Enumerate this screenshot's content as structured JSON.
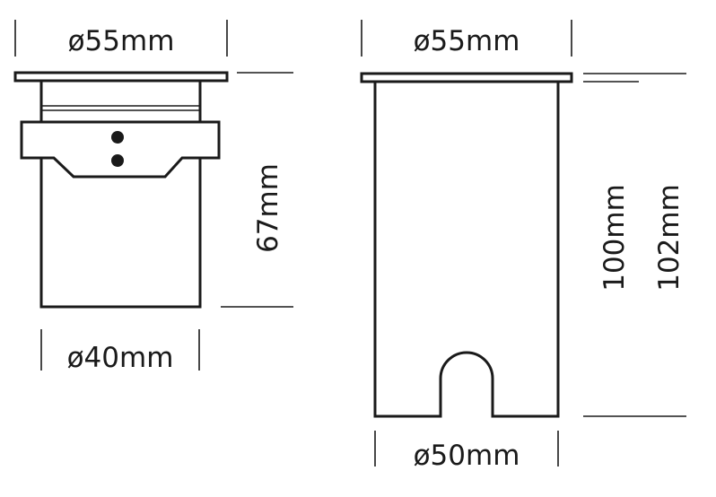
{
  "dimensions": {
    "left_top_diameter": "ø55mm",
    "left_height": "67mm",
    "left_bottom_diameter": "ø40mm",
    "right_top_diameter": "ø55mm",
    "right_height_inner": "100mm",
    "right_height_outer": "102mm",
    "right_bottom_diameter": "ø50mm"
  },
  "colors": {
    "line": "#1a1a1a",
    "background": "#ffffff"
  }
}
